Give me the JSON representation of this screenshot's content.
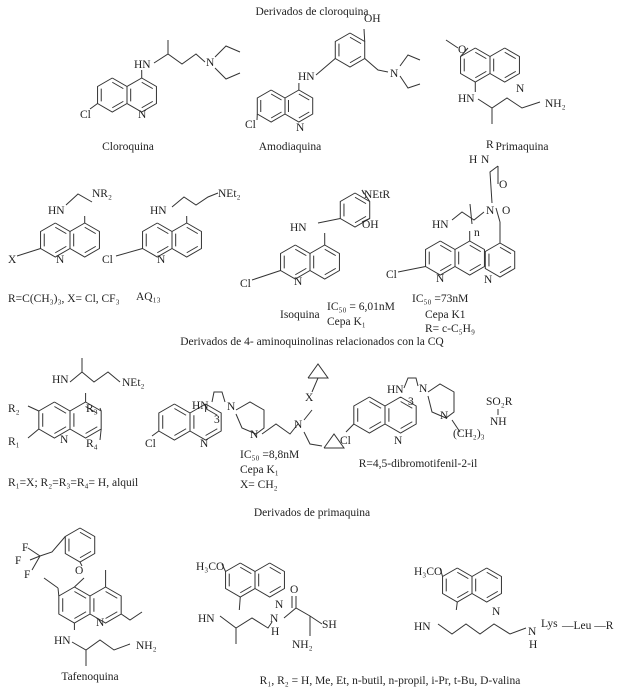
{
  "sections": {
    "cloroquina": "Derivados de cloroquina",
    "aminoquinolinas": "Derivados de 4- aminoquinolinas  relacionados con la CQ",
    "primaquina": "Derivados de primaquina"
  },
  "compounds": {
    "cloroquina": {
      "name": "Cloroquina",
      "atoms": [
        "HN",
        "N",
        "Cl",
        "N"
      ]
    },
    "amodiaquina": {
      "name": "Amodiaquina",
      "atoms": [
        "HN",
        "N",
        "Cl",
        "OH",
        "N"
      ]
    },
    "primaquina": {
      "name": "Primaquina",
      "atoms": [
        "O",
        "N",
        "HN",
        "NH₂"
      ]
    },
    "c4": {
      "note": "R=C(CH₃)₃, X= Cl, CF₃",
      "atoms": [
        "HN",
        "NR₂",
        "X",
        "N"
      ]
    },
    "aq13": {
      "name": "AQ₁₃",
      "atoms": [
        "HN",
        "NEt₂",
        "Cl",
        "N"
      ]
    },
    "isoquina": {
      "name": "Isoquina",
      "ic50": "IC₅₀ = 6,01nM",
      "cepa": "Cepa  K₁",
      "atoms": [
        "HN",
        "NEtR",
        "OH",
        "Cl",
        "N"
      ]
    },
    "c7": {
      "ic50": "IC₅₀ =73nM",
      "cepa": "Cepa  K1",
      "r": "R= c-C₅H₉",
      "atoms": [
        "HN",
        "n",
        "N",
        "O",
        "O",
        "N",
        "R",
        "H",
        "N",
        "Cl",
        "N"
      ]
    },
    "c8": {
      "note": "R₁=X; R₂=R₃=R₄= H, alquil",
      "atoms": [
        "HN",
        "NEt₂",
        "R₂",
        "R₃",
        "R₁",
        "R₄",
        "N"
      ]
    },
    "c9": {
      "ic50": "IC₅₀ =8,8nM",
      "cepa": "Cepa  K₁",
      "x": "X= CH₂",
      "atoms": [
        "HN",
        "3",
        "N",
        "N",
        "N",
        "X",
        "Cl",
        "N"
      ]
    },
    "c10": {
      "note": "R=4,5-dibromotifenil-2-il",
      "atoms": [
        "HN",
        "3",
        "N",
        "N",
        "(CH₂)₃",
        "SO₂R",
        "NH",
        "Cl",
        "N"
      ]
    },
    "tafenoquina": {
      "name": "Tafenoquina",
      "atoms": [
        "F",
        "F",
        "F",
        "O",
        "N",
        "HN",
        "NH₂"
      ]
    },
    "c12": {
      "atoms": [
        "H₃CO",
        "N",
        "HN",
        "N",
        "H",
        "O",
        "SH",
        "NH₂"
      ]
    },
    "c13": {
      "atoms": [
        "H₃CO",
        "N",
        "HN",
        "N",
        "H",
        "Lys",
        "—Leu —R"
      ]
    },
    "primaquina_note": "R₁, R₂ = H, Me, Et,  n-butil, n-propil, i-Pr, t-Bu,  D-valina"
  }
}
